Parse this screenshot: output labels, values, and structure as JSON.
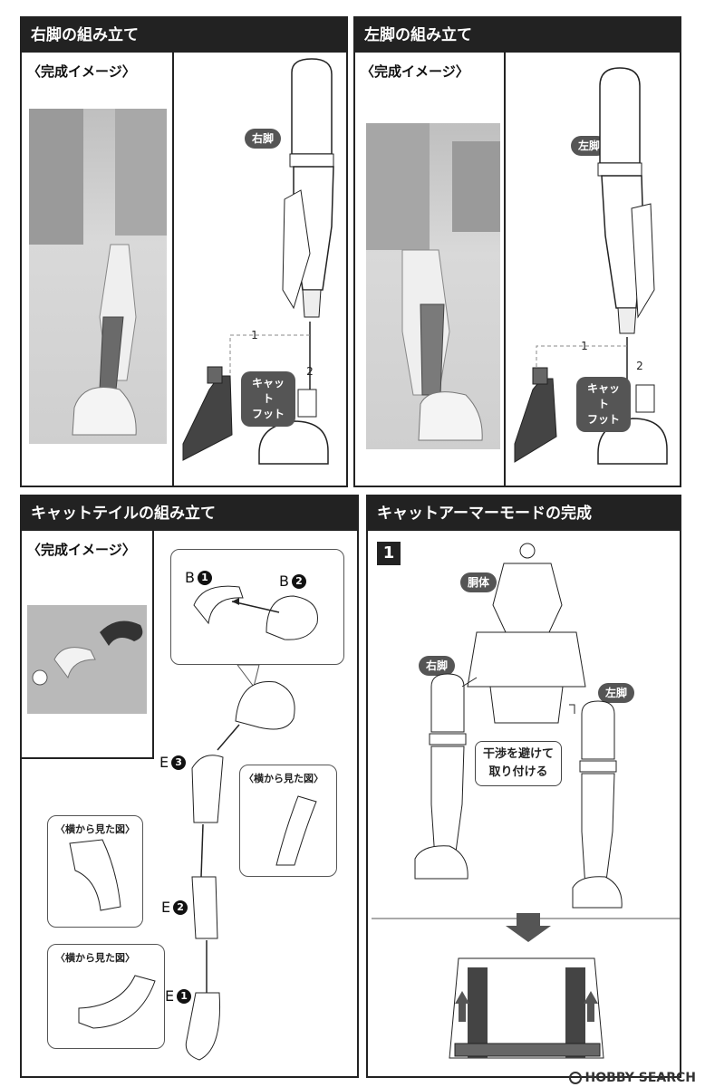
{
  "sections": {
    "right_leg": {
      "title": "右脚の組み立て",
      "completed_image": "〈完成イメージ〉",
      "leg_label": "右脚",
      "foot_label": "キャット\nフット",
      "step1": "1",
      "step2": "2"
    },
    "left_leg": {
      "title": "左脚の組み立て",
      "completed_image": "〈完成イメージ〉",
      "leg_label": "左脚",
      "foot_label": "キャット\nフット",
      "step1": "1",
      "step2": "2"
    },
    "cat_tail": {
      "title": "キャットテイルの組み立て",
      "completed_image": "〈完成イメージ〉",
      "parts": [
        {
          "letter": "B",
          "num": "1"
        },
        {
          "letter": "B",
          "num": "2"
        },
        {
          "letter": "E",
          "num": "3"
        },
        {
          "letter": "E",
          "num": "2"
        },
        {
          "letter": "E",
          "num": "1"
        }
      ],
      "side_view": "〈横から見た図〉"
    },
    "armor_mode": {
      "title": "キャットアーマーモードの完成",
      "step": "1",
      "body_label": "胴体",
      "right_leg_label": "右脚",
      "left_leg_label": "左脚",
      "note": "干渉を避けて\n取り付ける"
    }
  },
  "watermark": "HOBBY SEARCH",
  "colors": {
    "header_bg": "#222222",
    "pill_bg": "#555555"
  }
}
